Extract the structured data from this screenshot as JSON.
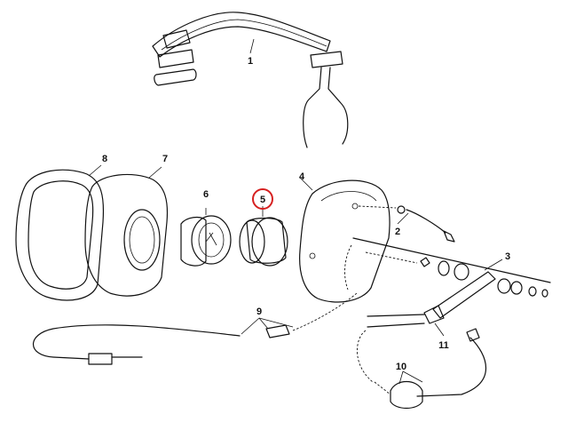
{
  "colors": {
    "line": "#111111",
    "part_fill": "#f2f2f2",
    "dark_fill": "#8c8c8c",
    "shadow_fill": "#d9d9d9",
    "highlight": "#d62020"
  },
  "callouts": {
    "c1": "1",
    "c2": "2",
    "c3": "3",
    "c4": "4",
    "c5": "5",
    "c6": "6",
    "c7": "7",
    "c8": "8",
    "c9": "9",
    "c10": "10",
    "c11": "11"
  },
  "highlighted_callout": "5"
}
